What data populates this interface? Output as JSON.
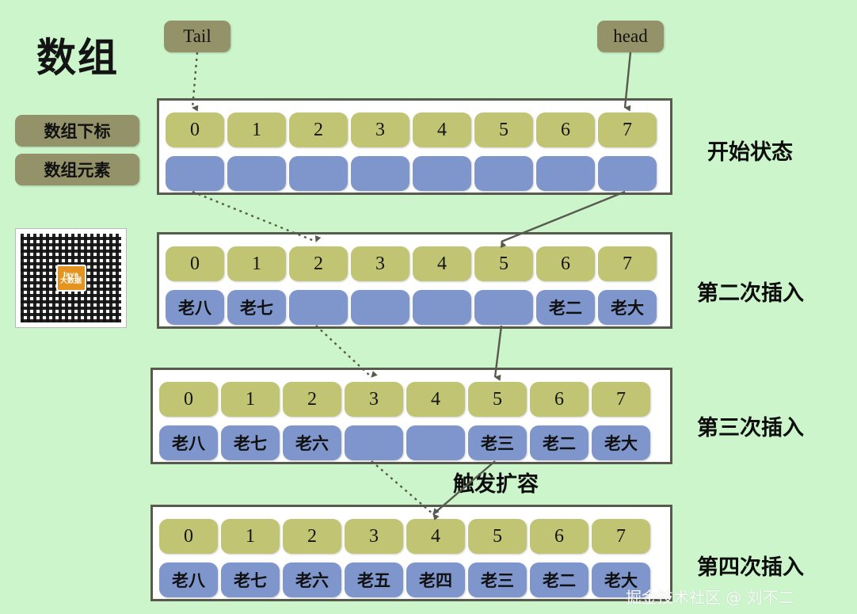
{
  "page": {
    "title": "数组",
    "background_color": "#ccf5cb",
    "watermark": "掘金技术社区 @ 刘不二"
  },
  "colors": {
    "index_cell": "#c1c473",
    "element_cell": "#7e96cc",
    "label_pill": "#949268",
    "row_border": "#575a4c",
    "arrow": "#575a4c",
    "background": "#ccf5cb"
  },
  "legend": {
    "index_label": "数组下标",
    "element_label": "数组元素"
  },
  "qr": {
    "logo_line1": "Java",
    "logo_line2": "大数据"
  },
  "pointers": {
    "tail": "Tail",
    "head": "head"
  },
  "notes": {
    "expand_trigger": "触发扩容"
  },
  "rows": [
    {
      "stage_label": "开始状态",
      "indices": [
        "0",
        "1",
        "2",
        "3",
        "4",
        "5",
        "6",
        "7"
      ],
      "elements": [
        "",
        "",
        "",
        "",
        "",
        "",
        "",
        ""
      ],
      "tail_index": 0,
      "head_index": 7
    },
    {
      "stage_label": "第二次插入",
      "indices": [
        "0",
        "1",
        "2",
        "3",
        "4",
        "5",
        "6",
        "7"
      ],
      "elements": [
        "老八",
        "老七",
        "",
        "",
        "",
        "",
        "老二",
        "老大"
      ],
      "tail_index": 2,
      "head_index": 5
    },
    {
      "stage_label": "第三次插入",
      "indices": [
        "0",
        "1",
        "2",
        "3",
        "4",
        "5",
        "6",
        "7"
      ],
      "elements": [
        "老八",
        "老七",
        "老六",
        "",
        "",
        "老三",
        "老二",
        "老大"
      ],
      "tail_index": 3,
      "head_index": 5
    },
    {
      "stage_label": "第四次插入",
      "indices": [
        "0",
        "1",
        "2",
        "3",
        "4",
        "5",
        "6",
        "7"
      ],
      "elements": [
        "老八",
        "老七",
        "老六",
        "老五",
        "老四",
        "老三",
        "老二",
        "老大"
      ],
      "tail_index": 4,
      "head_index": 4
    }
  ]
}
